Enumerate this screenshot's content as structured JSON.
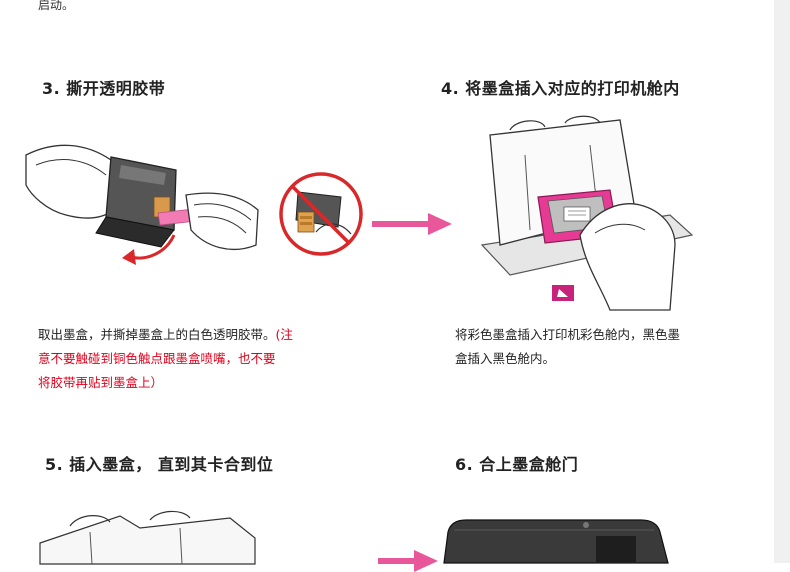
{
  "intro_tail": "启动。",
  "step3": {
    "title": "3. 撕开透明胶带",
    "desc_black": "取出墨盒，并撕掉墨盒上的白色透明胶带。",
    "desc_red_1": "(注",
    "desc_red_2": "意不要触碰到铜色触点跟墨盒喷嘴，也不要",
    "desc_red_3": "将胶带再贴到墨盒上）"
  },
  "step4": {
    "title": "4. 将墨盒插入对应的打印机舱内",
    "desc_1": "将彩色墨盒插入打印机彩色舱内，黑色墨",
    "desc_2": "盒插入黑色舱内。"
  },
  "step5": {
    "title": "5. 插入墨盒，  直到其卡合到位"
  },
  "step6": {
    "title": "6. 合上墨盒舱门"
  },
  "colors": {
    "arrow": "#e8579a",
    "warning": "#e0001b",
    "cartridge_tri": "#c8237a"
  }
}
